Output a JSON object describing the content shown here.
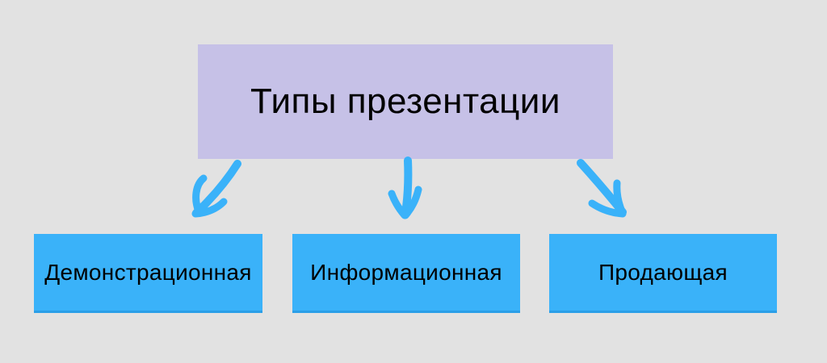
{
  "diagram": {
    "title": "Типы презентации",
    "nodes": [
      {
        "label": "Демонстрационная"
      },
      {
        "label": "Информационная"
      },
      {
        "label": "Продающая"
      }
    ],
    "arrows": [
      {
        "name": "arrow-left",
        "direction": "down-left"
      },
      {
        "name": "arrow-middle",
        "direction": "down"
      },
      {
        "name": "arrow-right",
        "direction": "down-right"
      }
    ],
    "colors": {
      "background": "#e2e2e2",
      "title_box": "#c6c1e7",
      "node_box": "#3ab2f9",
      "node_border": "#2b9fe8",
      "arrow": "#3ab2f9",
      "text": "#000000"
    }
  }
}
